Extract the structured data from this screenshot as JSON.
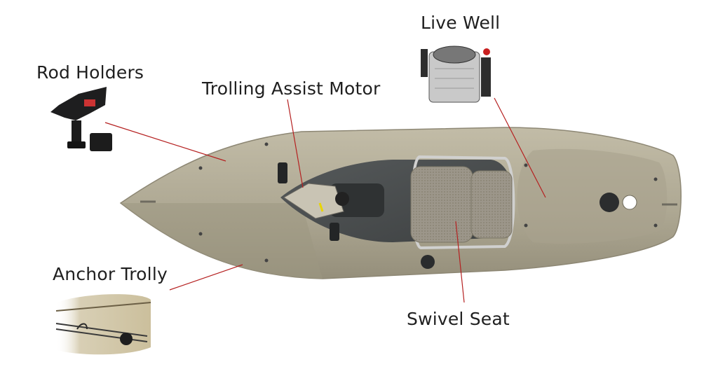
{
  "diagram": {
    "labels": {
      "rod_holders": "Rod Holders",
      "trolling_motor": "Trolling Assist Motor",
      "live_well": "Live Well",
      "anchor_trolly": "Anchor Trolly",
      "swivel_seat": "Swivel Seat"
    },
    "colors": {
      "hull": "#b3ad98",
      "hull_shadow": "#9e9884",
      "cockpit": "#4a4d4e",
      "leader_line": "#b52020",
      "label_text": "#1f1f1f"
    }
  }
}
